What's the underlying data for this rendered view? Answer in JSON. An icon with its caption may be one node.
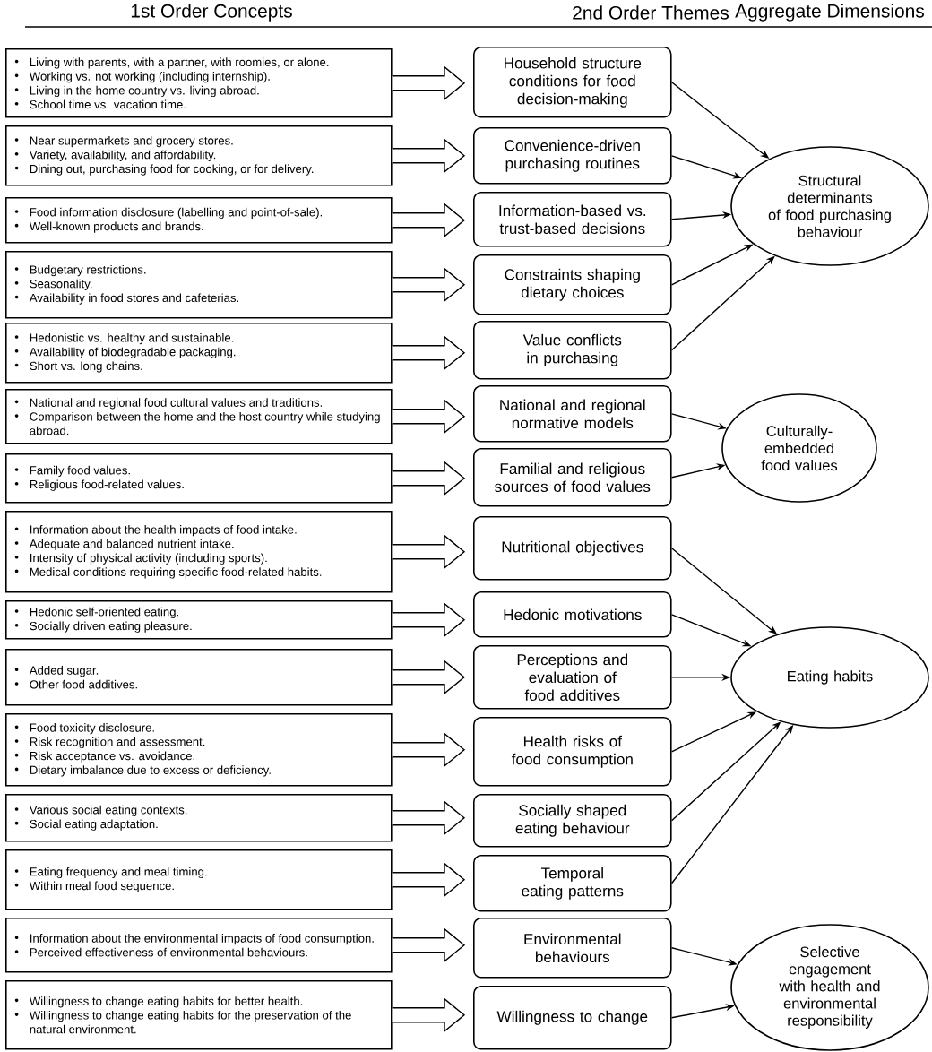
{
  "diagram": {
    "nodes": [
      {
        "text": [
          "Living with parents, with a partner, with roomies, or alone.",
          "Working vs. not working (including internship).",
          "Living in the home country vs. living abroad.",
          "School time vs. vacation time."
        ]
      },
      {
        "text": [
          "Near supermarkets and grocery stores.",
          "Variety, availability, and affordability.",
          "Dining out, purchasing food for cooking, or for delivery."
        ]
      },
      {
        "text": [
          "Food information disclosure (labelling and point-of-sale).",
          "Well-known products and brands."
        ]
      },
      {
        "text": [
          "Budgetary restrictions.",
          "Seasonality.",
          "Availability in food stores and cafeterias."
        ]
      },
      {
        "text": [
          "Hedonistic vs. healthy and sustainable.",
          "Availability of biodegradable packaging.",
          "Short vs. long chains."
        ]
      },
      {
        "text": [
          "National and regional food cultural values and traditions.",
          "Comparison between the home and the host country while studying abroad."
        ]
      },
      {
        "text": [
          "Family food values.",
          "Religious food-related values."
        ]
      },
      {
        "text": [
          "Information about the health impacts of food intake.",
          "Adequate and balanced nutrient intake.",
          "Intensity of physical activity (including sports).",
          "Medical conditions requiring specific food-related habits."
        ]
      },
      {
        "text": [
          "Hedonic self-oriented eating.",
          "Socially driven eating pleasure."
        ]
      },
      {
        "text": [
          "Added sugar.",
          "Other food additives."
        ]
      },
      {
        "text": [
          "Food toxicity disclosure.",
          "Risk recognition and assessment.",
          "Risk acceptance vs. avoidance.",
          "Dietary imbalance due to excess or deficiency."
        ]
      },
      {
        "text": [
          "Various social eating contexts.",
          "Social eating adaptation."
        ]
      },
      {
        "text": [
          "Eating frequency and meal timing.",
          "Within meal food sequence."
        ]
      },
      {
        "text": [
          "Information about the environmental impacts of food consumption.",
          "Perceived effectiveness of environmental behaviours."
        ]
      },
      {
        "text": [
          "Willingness to change eating habits for better health.",
          "Willingness to change eating habits for the preservation of the natural environment."
        ]
      },
      {
        "text": [
          "Household structure conditions for food decision-making"
        ]
      },
      {
        "text": [
          "Convenience-driven purchasing routines"
        ]
      },
      {
        "text": [
          "Information-based vs. trust-based decisions"
        ]
      },
      {
        "text": [
          "Constraints shaping dietary choices"
        ]
      },
      {
        "text": [
          "Value conflicts in purchasing"
        ]
      },
      {
        "text": [
          "National and regional normative models"
        ]
      },
      {
        "text": [
          "Familial and religious sources of food values"
        ]
      },
      {
        "text": [
          "Nutritional objectives"
        ]
      },
      {
        "text": [
          "Hedonic motivations"
        ]
      },
      {
        "text": [
          "Perceptions and evaluation of food additives"
        ]
      },
      {
        "text": [
          "Health risks of food consumption"
        ]
      },
      {
        "text": [
          "Socially shaped eating behaviour"
        ]
      },
      {
        "text": [
          "Temporal eating patterns"
        ]
      },
      {
        "text": [
          "Environmental behaviours"
        ]
      },
      {
        "text": [
          "Willingness to change"
        ]
      },
      {
        "text": [
          "Structural determinants of food purchasing behaviour"
        ]
      },
      {
        "text": [
          "Culturally-embedded food values"
        ]
      },
      {
        "text": [
          "Eating habits"
        ]
      },
      {
        "text": [
          "Selective engagement with health and environmental responsibility"
        ]
      }
    ],
    "edges": [
      {
        "from": 0,
        "to": 15,
        "arrow": "to"
      },
      {
        "from": 1,
        "to": 16,
        "arrow": "to"
      },
      {
        "from": 2,
        "to": 17,
        "arrow": "to"
      },
      {
        "from": 3,
        "to": 18,
        "arrow": "to"
      },
      {
        "from": 4,
        "to": 19,
        "arrow": "to"
      },
      {
        "from": 5,
        "to": 20,
        "arrow": "to"
      },
      {
        "from": 6,
        "to": 21,
        "arrow": "to"
      },
      {
        "from": 7,
        "to": 22,
        "arrow": "to"
      },
      {
        "from": 8,
        "to": 23,
        "arrow": "to"
      },
      {
        "from": 9,
        "to": 24,
        "arrow": "to"
      },
      {
        "from": 10,
        "to": 25,
        "arrow": "to"
      },
      {
        "from": 11,
        "to": 26,
        "arrow": "to"
      },
      {
        "from": 12,
        "to": 27,
        "arrow": "to"
      },
      {
        "from": 13,
        "to": 28,
        "arrow": "to"
      },
      {
        "from": 14,
        "to": 29,
        "arrow": "to"
      },
      {
        "from": 15,
        "to": 30,
        "arrow": "to"
      },
      {
        "from": 16,
        "to": 30,
        "arrow": "to"
      },
      {
        "from": 17,
        "to": 30,
        "arrow": "to"
      },
      {
        "from": 18,
        "to": 30,
        "arrow": "to"
      },
      {
        "from": 19,
        "to": 30,
        "arrow": "to"
      },
      {
        "from": 20,
        "to": 31,
        "arrow": "to"
      },
      {
        "from": 21,
        "to": 31,
        "arrow": "to"
      },
      {
        "from": 22,
        "to": 32,
        "arrow": "to"
      },
      {
        "from": 23,
        "to": 32,
        "arrow": "to"
      },
      {
        "from": 24,
        "to": 32,
        "arrow": "to"
      },
      {
        "from": 25,
        "to": 32,
        "arrow": "to"
      },
      {
        "from": 26,
        "to": 32,
        "arrow": "to"
      },
      {
        "from": 27,
        "to": 32,
        "arrow": "to"
      },
      {
        "from": 28,
        "to": 33,
        "arrow": "to"
      },
      {
        "from": 29,
        "to": 33,
        "arrow": "to"
      }
    ],
    "labels": [
      "1st Order Concepts",
      "2nd Order Themes",
      "Aggregate Dimensions"
    ]
  }
}
